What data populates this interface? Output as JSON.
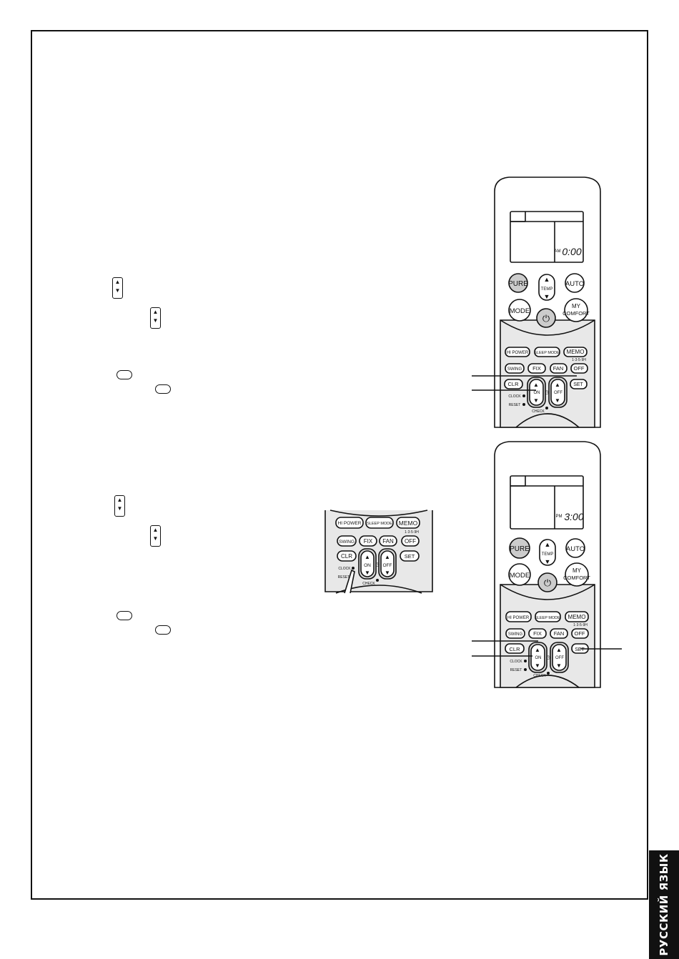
{
  "language_tab": "РУССКИЙ ЯЗЫК",
  "remote": {
    "buttons": {
      "pure": "PURE",
      "temp": "TEMP",
      "auto": "AUTO",
      "mode": "MODE",
      "power": "⏻",
      "my_comfort_1": "MY",
      "my_comfort_2": "COMFORT",
      "hi_power": "HI POWER",
      "sleep_mode": "SLEEP MODE",
      "memo": "MEMO",
      "hours": "1·3·5·9H",
      "swing": "SWING",
      "fix": "FIX",
      "fan": "FAN",
      "off": "OFF",
      "clr": "CLR",
      "on": "ON",
      "timer_off": "OFF",
      "set": "SET",
      "clock": "CLOCK",
      "reset": "RESET",
      "check": "CHECK"
    },
    "display_1": {
      "period": "AM",
      "time": "0:00"
    },
    "display_2": {
      "period": "PM",
      "time": "3:00"
    }
  }
}
